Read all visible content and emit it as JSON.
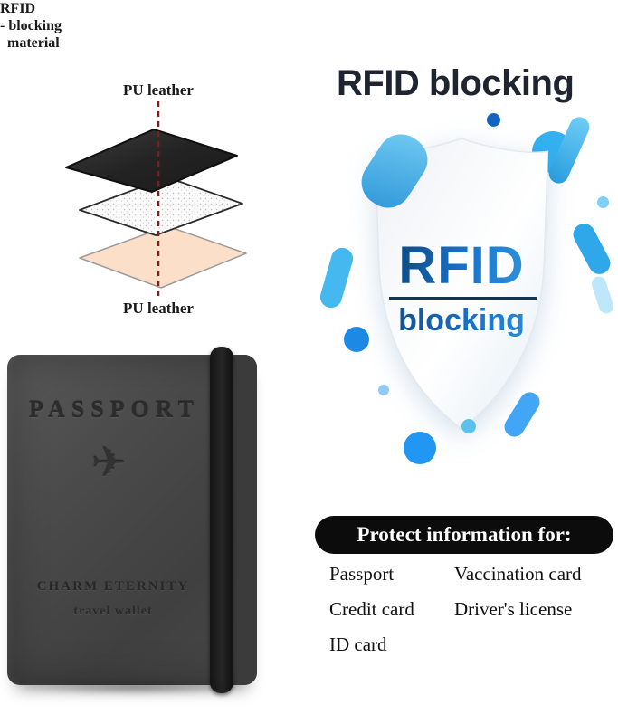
{
  "diagram": {
    "top_label": "PU leather",
    "side_label_line1": "RFID",
    "side_label_line2": "- blocking",
    "side_label_line3": "material",
    "bottom_label": "PU leather"
  },
  "rfid_section": {
    "title": "RFID blocking",
    "shield_word1": "RFID",
    "shield_word2": "blocking"
  },
  "wallet": {
    "passport_text": "PASSPORT",
    "airplane_icon": "✈",
    "brand_line1": "CHARM ETERNITY",
    "brand_line2": "travel wallet"
  },
  "protect": {
    "header": "Protect information for:",
    "col1": [
      "Passport",
      "Credit card",
      "ID card"
    ],
    "col2": [
      "Vaccination card",
      "Driver's license"
    ]
  },
  "colors": {
    "accent_blue": "#2196f3",
    "dark_navy": "#14344f",
    "dashed_line_red": "#7a2020",
    "peach_layer": "#fcdfc8",
    "wallet_gray": "#4a4a4a",
    "pill_black": "#0c0c0c"
  }
}
